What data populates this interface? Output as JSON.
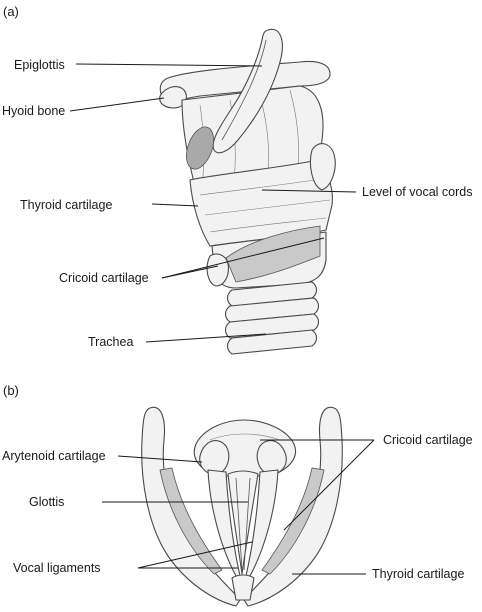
{
  "panels": {
    "a": {
      "label": "(a)",
      "labels": {
        "epiglottis": "Epiglottis",
        "hyoid": "Hyoid bone",
        "thyroid": "Thyroid cartilage",
        "vocal_level": "Level of vocal cords",
        "cricoid": "Cricoid cartilage",
        "trachea": "Trachea"
      }
    },
    "b": {
      "label": "(b)",
      "labels": {
        "arytenoid": "Arytenoid cartilage",
        "cricoid": "Cricoid cartilage",
        "glottis": "Glottis",
        "vocal_ligaments": "Vocal ligaments",
        "thyroid": "Thyroid cartilage"
      }
    }
  }
}
